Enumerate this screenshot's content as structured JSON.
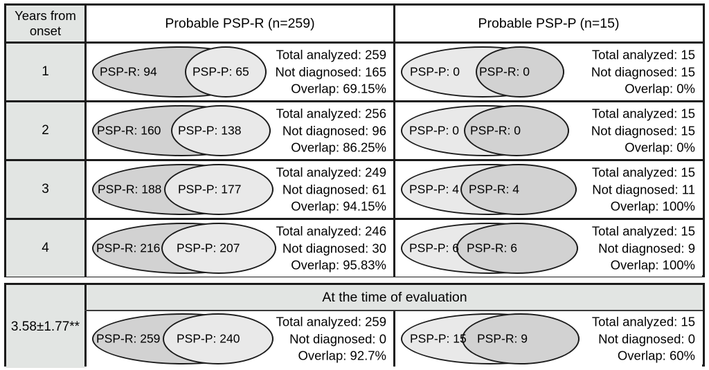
{
  "table": {
    "header": {
      "years_label": "Years from\nonset",
      "columns": [
        {
          "title": "Probable PSP-R (n=259)"
        },
        {
          "title": "Probable PSP-P (n=15)"
        }
      ]
    },
    "rows": [
      {
        "year": "1",
        "left": {
          "outer_label": "PSP-R: 94",
          "inner_label": "PSP-P: 65",
          "total": "Total analyzed: 259",
          "not_diagnosed": "Not diagnosed: 165",
          "overlap": "Overlap: 69.15%"
        },
        "right": {
          "outer_label": "PSP-P: 0",
          "inner_label": "PSP-R: 0",
          "total": "Total analyzed: 15",
          "not_diagnosed": "Not diagnosed: 15",
          "overlap": "Overlap: 0%"
        }
      },
      {
        "year": "2",
        "left": {
          "outer_label": "PSP-R: 160",
          "inner_label": "PSP-P: 138",
          "total": "Total analyzed: 256",
          "not_diagnosed": "Not diagnosed: 96",
          "overlap": "Overlap: 86.25%"
        },
        "right": {
          "outer_label": "PSP-P: 0",
          "inner_label": "PSP-R: 0",
          "total": "Total analyzed: 15",
          "not_diagnosed": "Not diagnosed: 15",
          "overlap": "Overlap: 0%"
        }
      },
      {
        "year": "3",
        "left": {
          "outer_label": "PSP-R: 188",
          "inner_label": "PSP-P: 177",
          "total": "Total analyzed: 249",
          "not_diagnosed": "Not diagnosed: 61",
          "overlap": "Overlap: 94.15%"
        },
        "right": {
          "outer_label": "PSP-P: 4",
          "inner_label": "PSP-R: 4",
          "total": "Total analyzed: 15",
          "not_diagnosed": "Not diagnosed: 11",
          "overlap": "Overlap: 100%"
        }
      },
      {
        "year": "4",
        "left": {
          "outer_label": "PSP-R: 216",
          "inner_label": "PSP-P: 207",
          "total": "Total analyzed: 246",
          "not_diagnosed": "Not diagnosed: 30",
          "overlap": "Overlap: 95.83%"
        },
        "right": {
          "outer_label": "PSP-P: 6",
          "inner_label": "PSP-R: 6",
          "total": "Total analyzed: 15",
          "not_diagnosed": "Not diagnosed: 9",
          "overlap": "Overlap: 100%"
        }
      }
    ],
    "evaluation": {
      "years_label": "3.58±1.77**",
      "header": "At the time of evaluation",
      "left": {
        "outer_label": "PSP-R: 259",
        "inner_label": "PSP-P: 240",
        "total": "Total analyzed: 259",
        "not_diagnosed": "Not diagnosed: 0",
        "overlap": "Overlap: 92.7%"
      },
      "right": {
        "outer_label": "PSP-P: 15",
        "inner_label": "PSP-R: 9",
        "total": "Total analyzed: 15",
        "not_diagnosed": "Not diagnosed: 0",
        "overlap": "Overlap: 60%"
      }
    }
  },
  "colors": {
    "header_fill": "#e2e5e3",
    "ellipse_dark": "#d2d2d2",
    "ellipse_light": "#e9e9e9",
    "border": "#1b1b1b",
    "text": "#000000"
  },
  "chart_data": {
    "type": "table",
    "title": "Diagnostic overlap of probable PSP-R and PSP-P criteria by years from onset",
    "row_header": "Years from onset",
    "categories": [
      "1",
      "2",
      "3",
      "4",
      "At the time of evaluation"
    ],
    "columns": [
      "Probable PSP-R (n=259)",
      "Probable PSP-P (n=15)"
    ],
    "series": [
      {
        "name": "Probable PSP-R (n=259)",
        "total_analyzed": [
          259,
          256,
          249,
          246,
          259
        ],
        "not_diagnosed": [
          165,
          96,
          61,
          30,
          0
        ],
        "overlap_percent": [
          69.15,
          86.25,
          94.15,
          95.83,
          92.7
        ],
        "psp_r_counts": [
          94,
          160,
          188,
          216,
          259
        ],
        "psp_p_counts": [
          65,
          138,
          177,
          207,
          240
        ]
      },
      {
        "name": "Probable PSP-P (n=15)",
        "total_analyzed": [
          15,
          15,
          15,
          15,
          15
        ],
        "not_diagnosed": [
          15,
          15,
          11,
          9,
          0
        ],
        "overlap_percent": [
          0,
          0,
          100,
          100,
          60
        ],
        "psp_p_counts": [
          0,
          0,
          4,
          6,
          15
        ],
        "psp_r_counts": [
          0,
          0,
          4,
          6,
          9
        ]
      }
    ],
    "evaluation_years_mean_sd": "3.58±1.77**"
  }
}
